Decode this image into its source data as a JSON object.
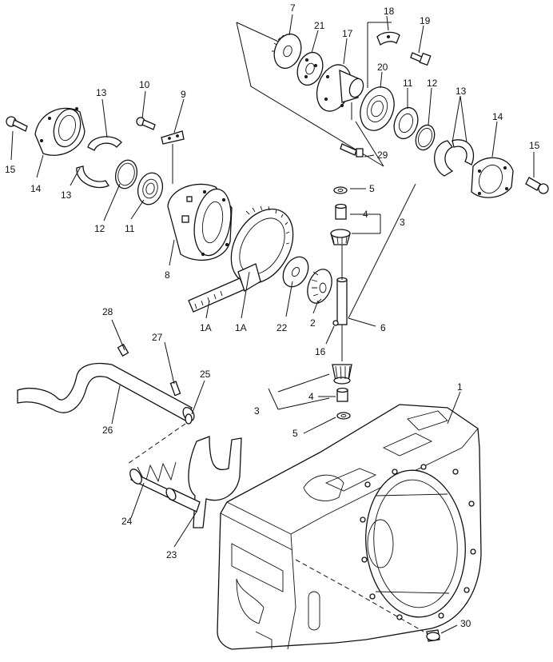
{
  "callouts": {
    "c1": "1",
    "c1a_left": "1A",
    "c1a_right": "1A",
    "c2": "2",
    "c3_upper": "3",
    "c3_lower": "3",
    "c4_upper": "4",
    "c4_lower": "4",
    "c5_upper": "5",
    "c5_lower": "5",
    "c6": "6",
    "c7": "7",
    "c8": "8",
    "c9": "9",
    "c10": "10",
    "c11_left": "11",
    "c11_right": "11",
    "c12_left": "12",
    "c12_right": "12",
    "c13_left_top": "13",
    "c13_left_bottom": "13",
    "c13_right": "13",
    "c14_left": "14",
    "c14_right": "14",
    "c15_left": "15",
    "c15_right": "15",
    "c16": "16",
    "c17": "17",
    "c18": "18",
    "c19": "19",
    "c20": "20",
    "c21": "21",
    "c22": "22",
    "c23": "23",
    "c24": "24",
    "c25": "25",
    "c26": "26",
    "c27": "27",
    "c28": "28",
    "c29": "29",
    "c30": "30"
  }
}
